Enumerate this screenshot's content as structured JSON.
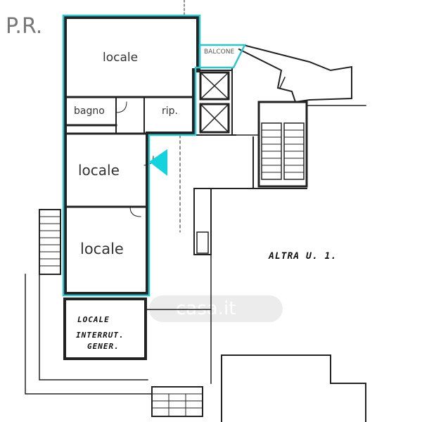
{
  "floor_label": "P.R.",
  "rooms": {
    "top": "locale",
    "bagno": "bagno",
    "rip": "rip.",
    "middle": "locale",
    "bottom": "locale",
    "balcone": "BALCONE"
  },
  "annotations": {
    "altra": "ALTRA  U. 1.",
    "locale_hand": "LOCALE",
    "interrut": "INTERRUT.",
    "gener": "GENER."
  },
  "watermark": "casa.it",
  "colors": {
    "highlight": "#2fc4cc",
    "arrow": "#14d3de",
    "ink": "#222222"
  }
}
